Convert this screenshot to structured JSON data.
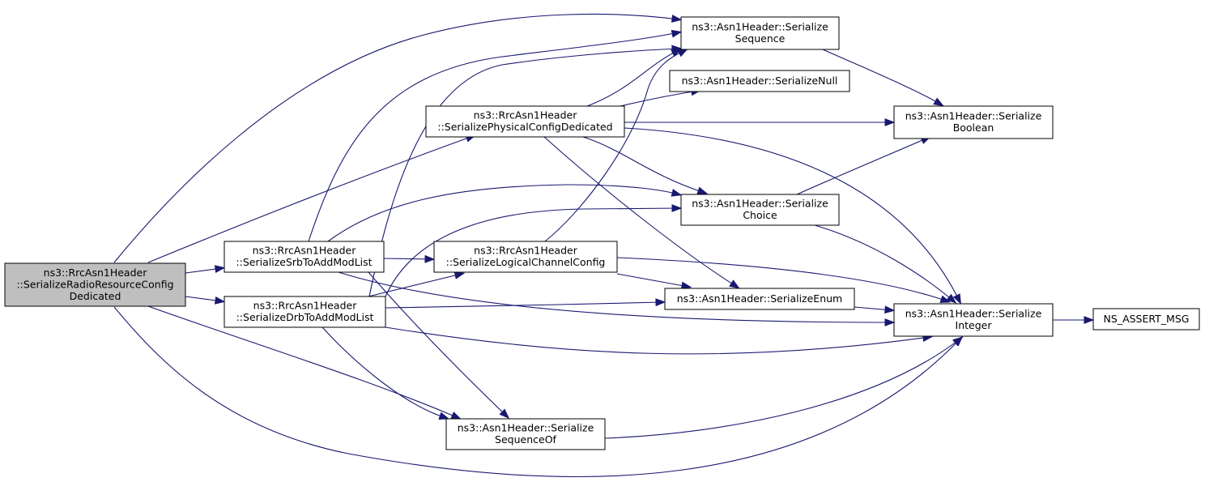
{
  "graph": {
    "nodes": [
      {
        "id": "root",
        "lines": [
          "ns3::RrcAsn1Header",
          "::SerializeRadioResourceConfig",
          "Dedicated"
        ],
        "highlighted": true
      },
      {
        "id": "srb",
        "lines": [
          "ns3::RrcAsn1Header",
          "::SerializeSrbToAddModList"
        ]
      },
      {
        "id": "drb",
        "lines": [
          "ns3::RrcAsn1Header",
          "::SerializeDrbToAddModList"
        ]
      },
      {
        "id": "phys",
        "lines": [
          "ns3::RrcAsn1Header",
          "::SerializePhysicalConfigDedicated"
        ]
      },
      {
        "id": "lcc",
        "lines": [
          "ns3::RrcAsn1Header",
          "::SerializeLogicalChannelConfig"
        ]
      },
      {
        "id": "seqof",
        "lines": [
          "ns3::Asn1Header::Serialize",
          "SequenceOf"
        ]
      },
      {
        "id": "seq",
        "lines": [
          "ns3::Asn1Header::Serialize",
          "Sequence"
        ]
      },
      {
        "id": "null",
        "lines": [
          "ns3::Asn1Header::SerializeNull"
        ]
      },
      {
        "id": "choice",
        "lines": [
          "ns3::Asn1Header::Serialize",
          "Choice"
        ]
      },
      {
        "id": "enum",
        "lines": [
          "ns3::Asn1Header::SerializeEnum"
        ]
      },
      {
        "id": "bool",
        "lines": [
          "ns3::Asn1Header::Serialize",
          "Boolean"
        ]
      },
      {
        "id": "int",
        "lines": [
          "ns3::Asn1Header::Serialize",
          "Integer"
        ]
      },
      {
        "id": "assert",
        "lines": [
          "NS_ASSERT_MSG"
        ]
      }
    ],
    "edges": [
      [
        "root",
        "seq"
      ],
      [
        "root",
        "srb"
      ],
      [
        "root",
        "drb"
      ],
      [
        "root",
        "phys"
      ],
      [
        "root",
        "seqof"
      ],
      [
        "root",
        "int"
      ],
      [
        "srb",
        "seq"
      ],
      [
        "srb",
        "choice"
      ],
      [
        "srb",
        "lcc"
      ],
      [
        "srb",
        "int"
      ],
      [
        "srb",
        "seqof"
      ],
      [
        "drb",
        "seq"
      ],
      [
        "drb",
        "choice"
      ],
      [
        "drb",
        "lcc"
      ],
      [
        "drb",
        "enum"
      ],
      [
        "drb",
        "int"
      ],
      [
        "drb",
        "seqof"
      ],
      [
        "phys",
        "seq"
      ],
      [
        "phys",
        "null"
      ],
      [
        "phys",
        "bool"
      ],
      [
        "phys",
        "choice"
      ],
      [
        "phys",
        "enum"
      ],
      [
        "phys",
        "int"
      ],
      [
        "lcc",
        "seq"
      ],
      [
        "lcc",
        "enum"
      ],
      [
        "lcc",
        "int"
      ],
      [
        "seq",
        "bool"
      ],
      [
        "choice",
        "bool"
      ],
      [
        "choice",
        "int"
      ],
      [
        "enum",
        "int"
      ],
      [
        "seqof",
        "int"
      ],
      [
        "int",
        "assert"
      ]
    ]
  },
  "colors": {
    "edge": "#191970",
    "highlight_fill": "#bfbfbf",
    "node_fill": "#ffffff",
    "node_border": "#000000"
  }
}
